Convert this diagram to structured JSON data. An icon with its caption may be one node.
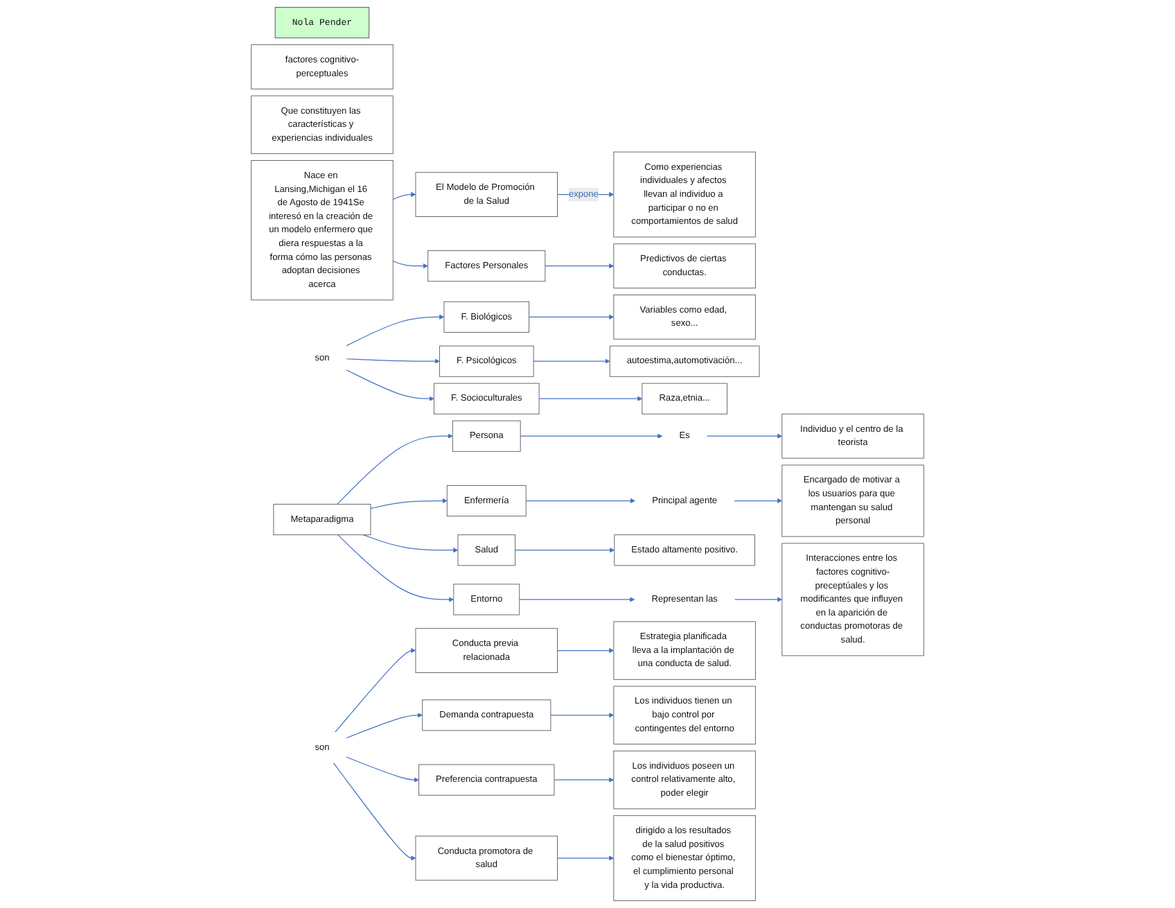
{
  "diagram": {
    "nodes": [
      {
        "text": [
          "Nola Pender"
        ]
      },
      {
        "text": [
          "Nace en Lansing,Michigan el 16 de Agosto de 1941Se interesó en la creación de un modelo enfermero que diera respuestas a la forma cómo las personas adoptan decisiones acerca"
        ]
      },
      {
        "text": [
          "factores cognitivo-perceptuales"
        ]
      },
      {
        "text": [
          "Metaparadigma"
        ]
      },
      {
        "text": [
          "El Modelo de Promoción de la Salud"
        ]
      },
      {
        "text": [
          "Factores Personales"
        ]
      },
      {
        "text": [
          "Que constituyen las características y experiencias individuales"
        ]
      },
      {
        "text": [
          "Persona"
        ]
      },
      {
        "text": [
          "Es"
        ]
      },
      {
        "text": [
          "Predictivos de ciertas conductas."
        ]
      },
      {
        "text": [
          "Individuo y el centro de la teorista"
        ]
      },
      {
        "text": [
          "Como experiencias individuales y afectos llevan al individuo a participar o no en comportamientos de salud"
        ]
      },
      {
        "text": [
          "son"
        ]
      },
      {
        "text": [
          "son"
        ]
      },
      {
        "text": [
          "Conducta previa relacionada"
        ]
      },
      {
        "text": [
          "F. Biológicos"
        ]
      },
      {
        "text": [
          "Variables como edad, sexo..."
        ]
      },
      {
        "text": [
          "Enfermería"
        ]
      },
      {
        "text": [
          "Principal agente"
        ]
      },
      {
        "text": [
          "Estrategia planificada lleva a la implantación de una conducta de salud."
        ]
      },
      {
        "text": [
          "Encargado de motivar a los usuarios para que mantengan su salud personal"
        ]
      },
      {
        "text": [
          "F. Psicológicos"
        ]
      },
      {
        "text": [
          "autoestima,automotivación..."
        ]
      },
      {
        "text": [
          "Demanda contrapuesta"
        ]
      },
      {
        "text": [
          "F. Socioculturales"
        ]
      },
      {
        "text": [
          "Raza,etnia..."
        ]
      },
      {
        "text": [
          "Los individuos tienen un bajo control por contingentes del entorno"
        ]
      },
      {
        "text": [
          "Salud"
        ]
      },
      {
        "text": [
          "Estado altamente positivo."
        ]
      },
      {
        "text": [
          "Preferencia contrapuesta"
        ]
      },
      {
        "text": [
          "Entorno"
        ]
      },
      {
        "text": [
          "Los individuos poseen un control relativamente alto, poder elegir"
        ]
      },
      {
        "text": [
          "Representan las"
        ]
      },
      {
        "text": [
          "Conducta promotora de salud"
        ]
      },
      {
        "text": [
          "Interacciones entre los factores cognitivo-preceptúales y los modificantes que influyen en la aparición de conductas promotoras de salud."
        ]
      },
      {
        "text": [
          "dirigido a los resultados de la salud positivos como el bienestar óptimo, el cumplimiento personal y la vida productiva."
        ]
      }
    ],
    "edges": [
      {
        "from": 1,
        "to": 4,
        "arrow": "to"
      },
      {
        "from": 1,
        "to": 5,
        "arrow": "to"
      },
      {
        "from": 5,
        "to": 9,
        "arrow": "to"
      },
      {
        "from": 4,
        "to": 11,
        "arrow": "to",
        "label": "expone"
      },
      {
        "from": 3,
        "to": 7,
        "arrow": "to"
      },
      {
        "from": 7,
        "to": 8,
        "arrow": "to"
      },
      {
        "from": 8,
        "to": 10,
        "arrow": "to"
      },
      {
        "from": 3,
        "to": 17,
        "arrow": "to"
      },
      {
        "from": 17,
        "to": 18,
        "arrow": "to"
      },
      {
        "from": 18,
        "to": 20,
        "arrow": "to"
      },
      {
        "from": 3,
        "to": 27,
        "arrow": "to"
      },
      {
        "from": 27,
        "to": 28,
        "arrow": "to"
      },
      {
        "from": 3,
        "to": 30,
        "arrow": "to"
      },
      {
        "from": 30,
        "to": 32,
        "arrow": "to"
      },
      {
        "from": 32,
        "to": 34,
        "arrow": "to"
      },
      {
        "from": 12,
        "to": 15,
        "arrow": "to"
      },
      {
        "from": 15,
        "to": 16,
        "arrow": "to"
      },
      {
        "from": 12,
        "to": 21,
        "arrow": "to"
      },
      {
        "from": 21,
        "to": 22,
        "arrow": "to"
      },
      {
        "from": 12,
        "to": 24,
        "arrow": "to"
      },
      {
        "from": 24,
        "to": 25,
        "arrow": "to"
      },
      {
        "from": 13,
        "to": 14,
        "arrow": "to"
      },
      {
        "from": 14,
        "to": 19,
        "arrow": "to"
      },
      {
        "from": 13,
        "to": 23,
        "arrow": "to"
      },
      {
        "from": 23,
        "to": 26,
        "arrow": "to"
      },
      {
        "from": 13,
        "to": 29,
        "arrow": "to"
      },
      {
        "from": 29,
        "to": 31,
        "arrow": "to"
      },
      {
        "from": 13,
        "to": 33,
        "arrow": "to"
      },
      {
        "from": 33,
        "to": 35,
        "arrow": "to"
      }
    ]
  }
}
